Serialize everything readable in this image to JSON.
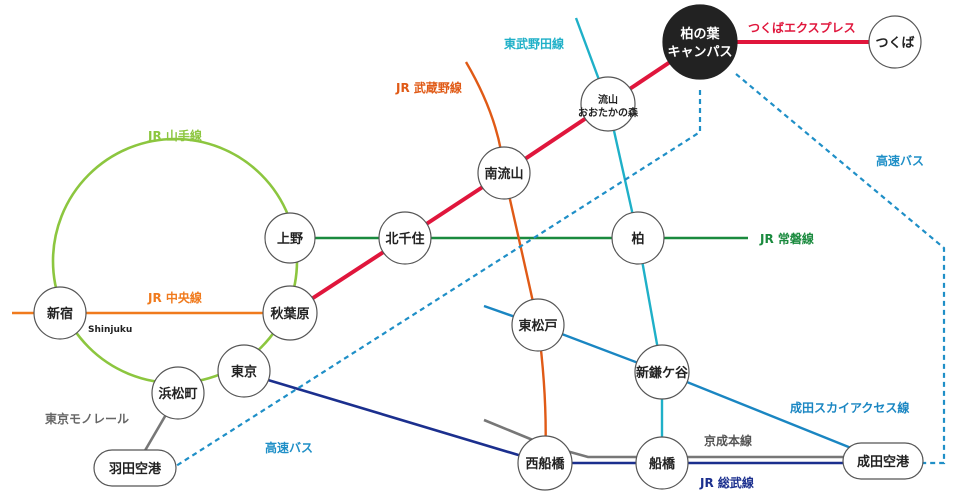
{
  "colors": {
    "yamanote": "#8cc63f",
    "chuo": "#f07a1d",
    "tsukuba_express": "#e0163c",
    "jobanline": "#1a8a3e",
    "musashino": "#e05a16",
    "tobu_noda": "#1fb0c8",
    "bus": "#1f8fc7",
    "sobu": "#1b2f8e",
    "keisei": "#777777",
    "skyaccess": "#1a86c2",
    "monorail": "#777777"
  },
  "stations": {
    "kashiwanoha": [
      "柏の葉",
      "キャンパス"
    ],
    "tsukuba": "つくば",
    "nagareyama": [
      "流山",
      "おおたかの森"
    ],
    "minaminagareyama": "南流山",
    "kitasenju": "北千住",
    "kashiwa": "柏",
    "ueno": "上野",
    "akihabara": "秋葉原",
    "shinjuku": "新宿",
    "shinjuku_latin": "Shinjuku",
    "tokyo": "東京",
    "hamamatsucho": "浜松町",
    "haneda": "羽田空港",
    "higashimatsudo": "東松戸",
    "shinkamagaya": "新鎌ケ谷",
    "nishifunabashi": "西船橋",
    "funabashi": "船橋",
    "narita": "成田空港"
  },
  "lines": {
    "tsukuba_express": "つくばエクスプレス",
    "tobu_noda": "東武野田線",
    "musashino": "JR 武蔵野線",
    "yamanote": "JR 山手線",
    "chuo": "JR 中央線",
    "joban": "JR 常磐線",
    "bus_right": "高速バス",
    "bus_left": "高速バス",
    "monorail": "東京モノレール",
    "skyaccess": "成田スカイアクセス線",
    "keisei": "京成本線",
    "sobu": "JR 総武線"
  }
}
